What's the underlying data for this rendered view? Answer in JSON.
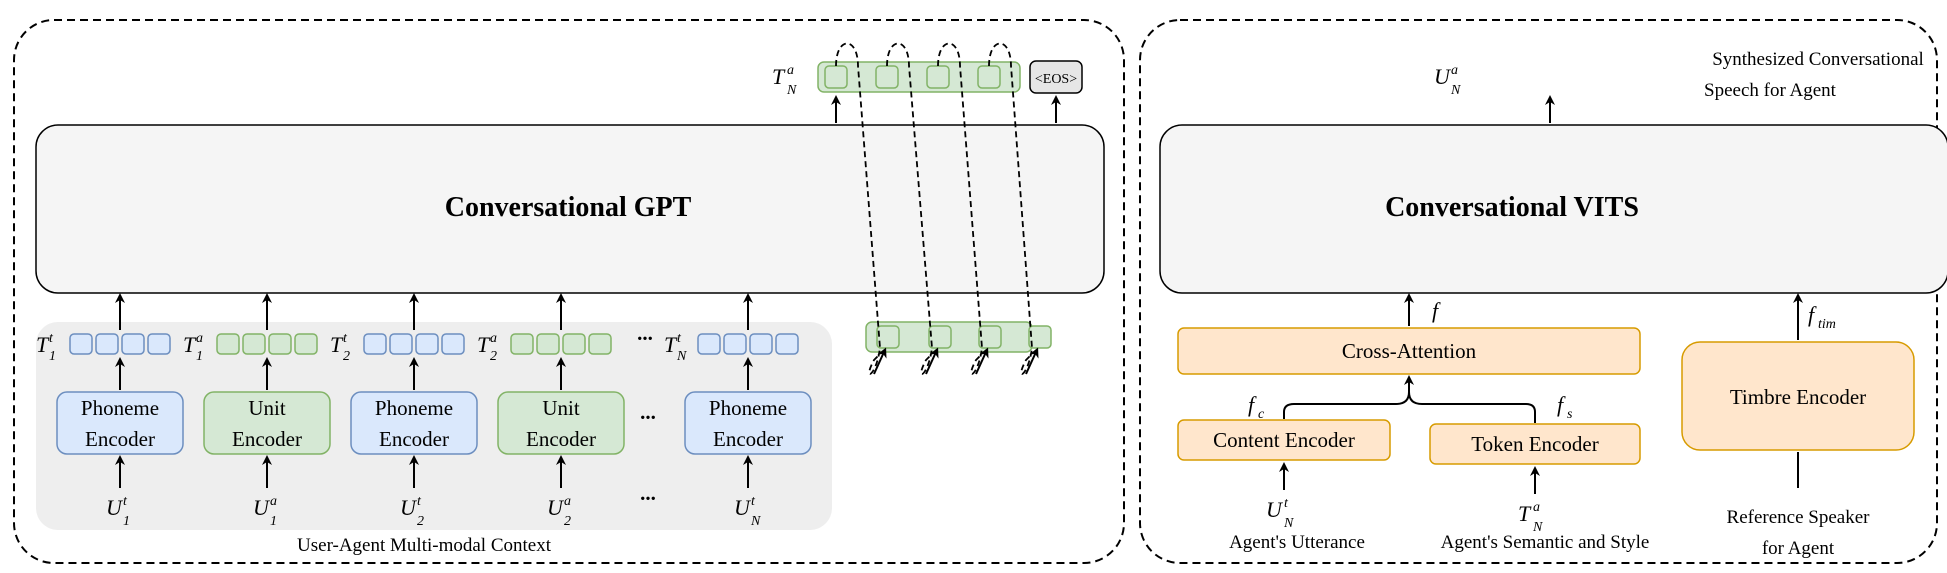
{
  "colors": {
    "blue_fill": "#dae8fc",
    "blue_stroke": "#6c8ebf",
    "green_fill": "#d5e8d4",
    "green_stroke": "#82b366",
    "orange_fill": "#ffe6cc",
    "orange_stroke": "#d79b00",
    "gray_fill": "#eeeeee",
    "gpt_fill": "#f5f5f5",
    "eos_fill": "#e6e6e6"
  },
  "left_panel": {
    "gpt_title": "Conversational GPT",
    "context_label": "User-Agent Multi-modal Context",
    "ellipsis": "...",
    "ellipsis_tokens": "...",
    "eos_label": "<EOS>",
    "output_token": {
      "base": "T",
      "sub": "N",
      "sup": "a"
    },
    "encoders": [
      {
        "line1": "Phoneme",
        "line2": "Encoder",
        "kind": "phoneme",
        "token": {
          "base": "T",
          "sub": "1",
          "sup": "t"
        },
        "input": {
          "base": "U",
          "sub": "1",
          "sup": "t"
        }
      },
      {
        "line1": "Unit",
        "line2": "Encoder",
        "kind": "unit",
        "token": {
          "base": "T",
          "sub": "1",
          "sup": "a"
        },
        "input": {
          "base": "U",
          "sub": "1",
          "sup": "a"
        }
      },
      {
        "line1": "Phoneme",
        "line2": "Encoder",
        "kind": "phoneme",
        "token": {
          "base": "T",
          "sub": "2",
          "sup": "t"
        },
        "input": {
          "base": "U",
          "sub": "2",
          "sup": "t"
        }
      },
      {
        "line1": "Unit",
        "line2": "Encoder",
        "kind": "unit",
        "token": {
          "base": "T",
          "sub": "2",
          "sup": "a"
        },
        "input": {
          "base": "U",
          "sub": "2",
          "sup": "a"
        }
      },
      {
        "line1": "Phoneme",
        "line2": "Encoder",
        "kind": "phoneme",
        "token": {
          "base": "T",
          "sub": "N",
          "sup": "t"
        },
        "input": {
          "base": "U",
          "sub": "N",
          "sup": "t"
        }
      }
    ]
  },
  "right_panel": {
    "vits_title": "Conversational VITS",
    "output_label": {
      "base": "U",
      "sub": "N",
      "sup": "a"
    },
    "output_caption_line1": "Synthesized Conversational",
    "output_caption_line2": "Speech for Agent",
    "cross_attention": "Cross-Attention",
    "content_encoder": "Content Encoder",
    "token_encoder": "Token Encoder",
    "timbre_encoder": "Timbre Encoder",
    "f_label": "f",
    "fc_label": {
      "base": "f",
      "sub": "c"
    },
    "fs_label": {
      "base": "f",
      "sub": "s"
    },
    "ftim_label": {
      "base": "f",
      "sub": "tim"
    },
    "content_input": {
      "base": "U",
      "sub": "N",
      "sup": "t"
    },
    "token_input": {
      "base": "T",
      "sub": "N",
      "sup": "a"
    },
    "content_caption": "Agent's Utterance",
    "token_caption": "Agent's Semantic and Style",
    "reference_line1": "Reference Speaker",
    "reference_line2": "for Agent"
  }
}
